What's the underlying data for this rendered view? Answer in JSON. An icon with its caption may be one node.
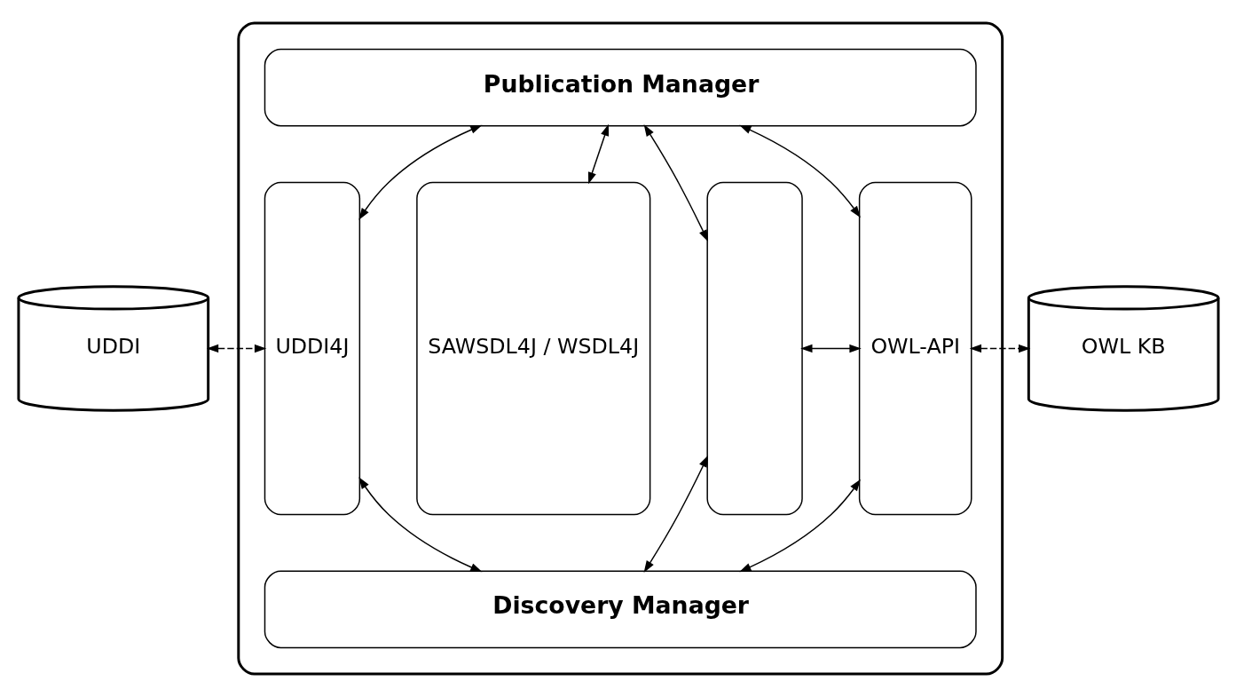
{
  "diagram": {
    "nodes": [
      {
        "text": [
          "UDDI"
        ]
      },
      {
        "text": [],
        "shape": "box"
      },
      {
        "text": [
          "Publication Manager"
        ],
        "in": 1
      },
      {
        "text": [
          "UDDI4J"
        ],
        "in": 1
      },
      {
        "text": [
          "SAWSDL4J / WSDL4J"
        ],
        "in": 1
      },
      {
        "text": [],
        "shape": "box",
        "in": 1
      },
      {
        "text": [
          "OWL-API"
        ],
        "in": 1
      },
      {
        "text": [
          "Discovery Manager"
        ],
        "in": 1
      },
      {
        "text": [
          "OWL KB"
        ]
      }
    ],
    "edges": [
      {
        "from": 2,
        "to": 3,
        "arrow": "both"
      },
      {
        "from": 2,
        "to": 4,
        "arrow": "both"
      },
      {
        "from": 2,
        "to": 5,
        "arrow": "both"
      },
      {
        "from": 2,
        "to": 6,
        "arrow": "both"
      },
      {
        "from": 0,
        "to": 3,
        "arrow": "both",
        "style": "dashed"
      },
      {
        "from": 5,
        "to": 6,
        "arrow": "both"
      },
      {
        "from": 6,
        "to": 8,
        "arrow": "both",
        "style": "dashed"
      },
      {
        "from": 3,
        "to": 7,
        "arrow": "both"
      },
      {
        "from": 5,
        "to": 7,
        "arrow": "both"
      },
      {
        "from": 6,
        "to": 7,
        "arrow": "both"
      }
    ]
  }
}
